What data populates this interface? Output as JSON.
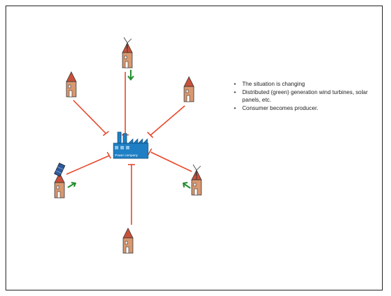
{
  "bullets": [
    "The situation is changing",
    "Distributed (green) generation wind turbines, solar panels, etc.",
    "Consumer becomes producer."
  ],
  "factory": {
    "label": "Power company",
    "icon": "factory-icon"
  },
  "colors": {
    "line": "#e8462a",
    "arrow": "#1e8c2a",
    "factory": "#1f7fc4",
    "house_wall": "#d99870",
    "house_roof": "#c8513a"
  }
}
